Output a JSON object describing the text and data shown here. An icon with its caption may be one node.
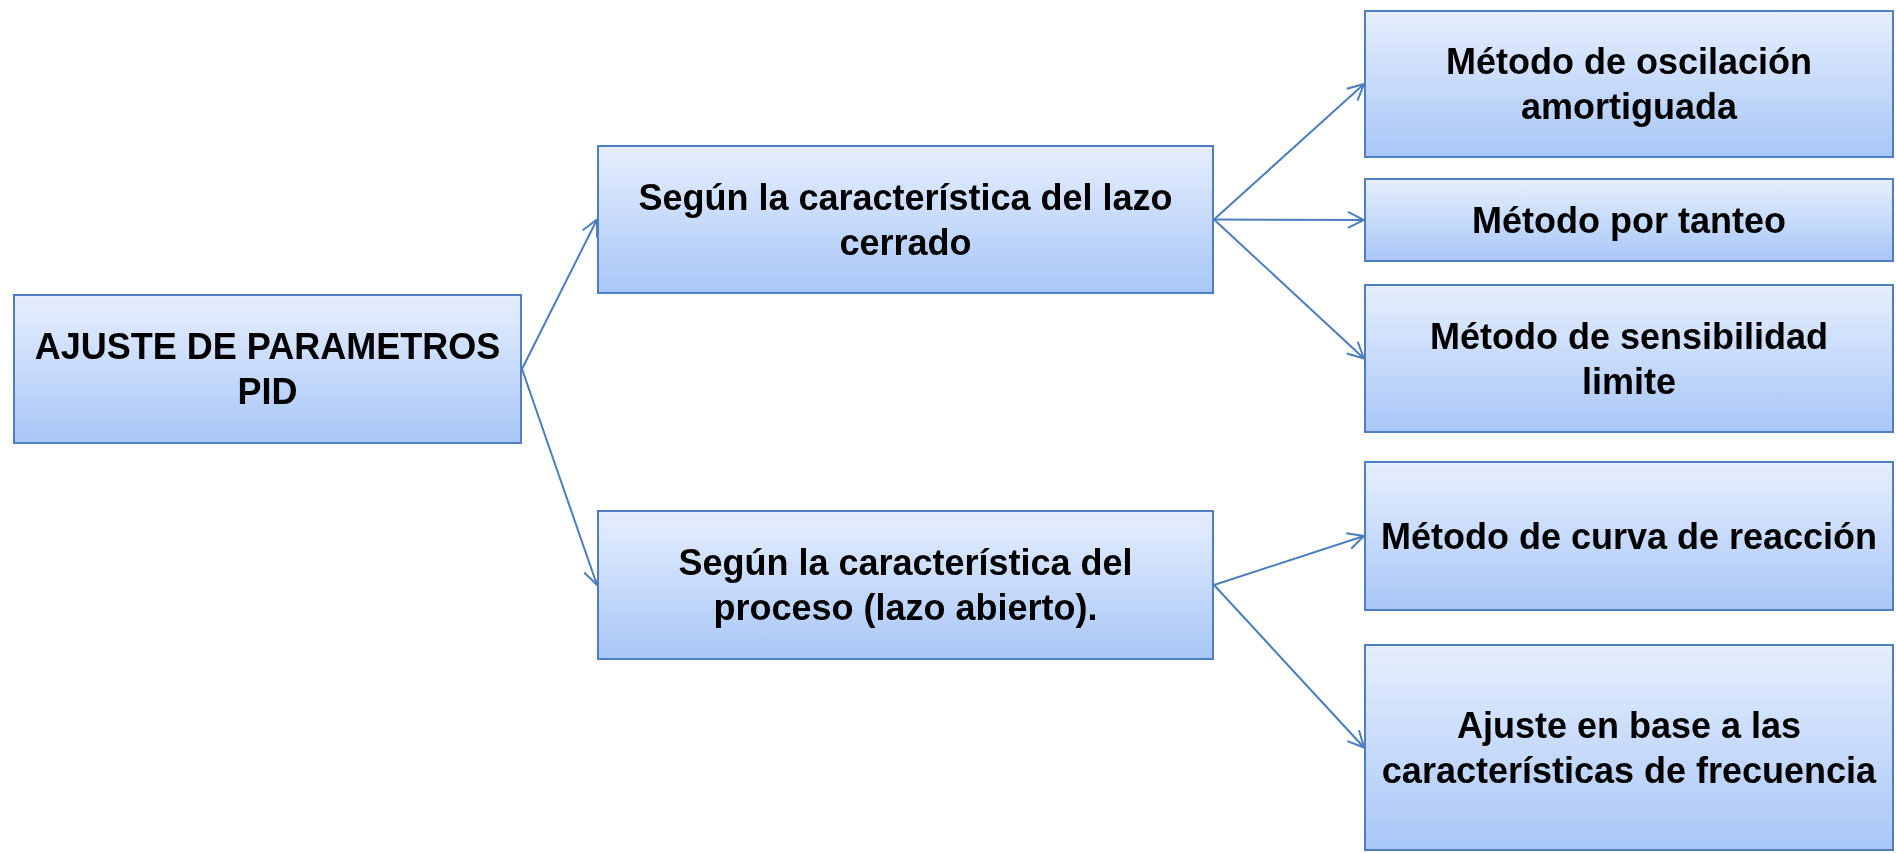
{
  "diagram": {
    "nodes": [
      {
        "text": [
          "AJUSTE DE PARAMETROS PID"
        ]
      },
      {
        "text": [
          "Según la característica del lazo cerrado"
        ]
      },
      {
        "text": [
          "Según la característica del proceso (lazo abierto)."
        ]
      },
      {
        "text": [
          "Método de oscilación amortiguada"
        ]
      },
      {
        "text": [
          "Método por tanteo"
        ]
      },
      {
        "text": [
          "Método de sensibilidad limite"
        ]
      },
      {
        "text": [
          "Método de curva de reacción"
        ]
      },
      {
        "text": [
          "Ajuste en base a las características de frecuencia"
        ]
      }
    ],
    "edges": [
      {
        "from": 0,
        "to": 1,
        "arrow": "to"
      },
      {
        "from": 0,
        "to": 2,
        "arrow": "to"
      },
      {
        "from": 1,
        "to": 3,
        "arrow": "to"
      },
      {
        "from": 1,
        "to": 4,
        "arrow": "to"
      },
      {
        "from": 1,
        "to": 5,
        "arrow": "to"
      },
      {
        "from": 2,
        "to": 6,
        "arrow": "to"
      },
      {
        "from": 2,
        "to": 7,
        "arrow": "to"
      }
    ]
  }
}
